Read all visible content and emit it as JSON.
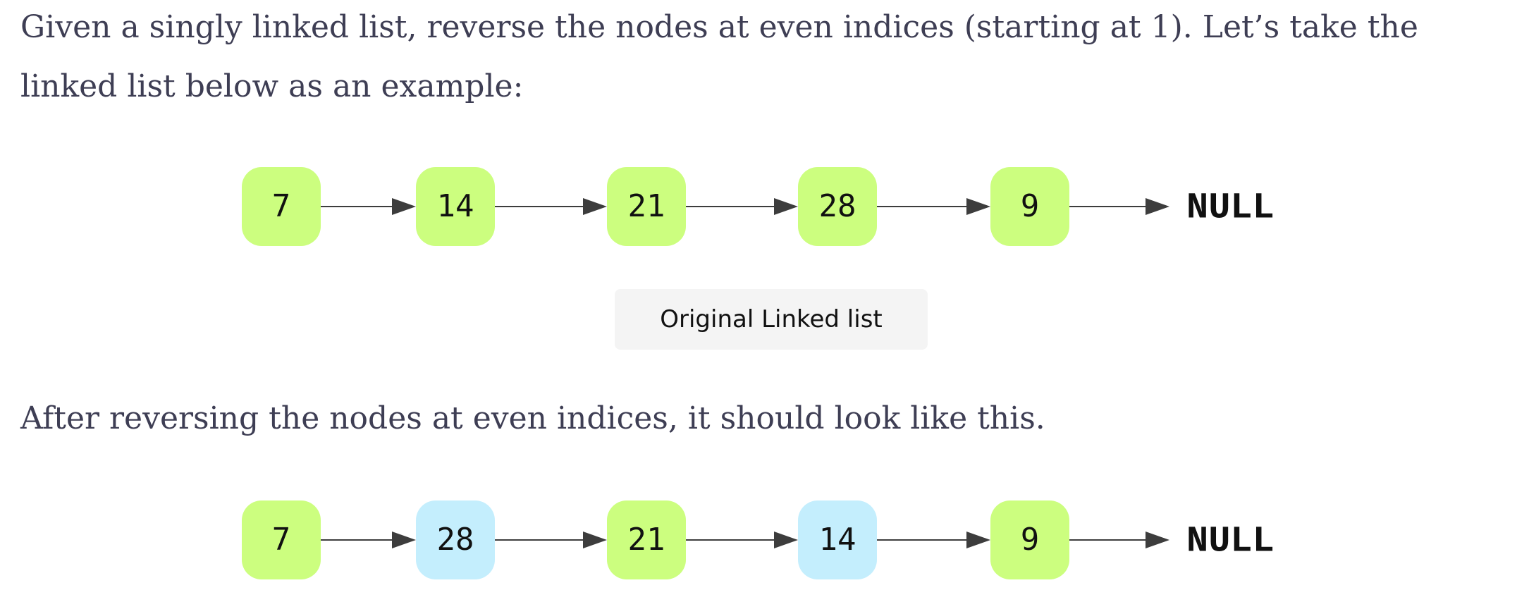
{
  "text": {
    "intro": "Given a singly linked list, reverse the nodes at even indices (starting at 1). Let’s take the linked list below as an example:",
    "after": "After reversing the nodes at even indices, it should look like this.",
    "caption": "Original Linked list"
  },
  "colors": {
    "node_default": "#ccfe7f",
    "node_reversed": "#c4eefd",
    "arrow": "#3d3d3d",
    "paragraph": "#3e3e54"
  },
  "lists": [
    {
      "id": "original",
      "nodes": [
        {
          "label": "7",
          "highlight": false
        },
        {
          "label": "14",
          "highlight": false
        },
        {
          "label": "21",
          "highlight": false
        },
        {
          "label": "28",
          "highlight": false
        },
        {
          "label": "9",
          "highlight": false
        }
      ],
      "terminal": "NULL"
    },
    {
      "id": "reversed",
      "nodes": [
        {
          "label": "7",
          "highlight": false
        },
        {
          "label": "28",
          "highlight": true
        },
        {
          "label": "21",
          "highlight": false
        },
        {
          "label": "14",
          "highlight": true
        },
        {
          "label": "9",
          "highlight": false
        }
      ],
      "terminal": "NULL"
    }
  ]
}
